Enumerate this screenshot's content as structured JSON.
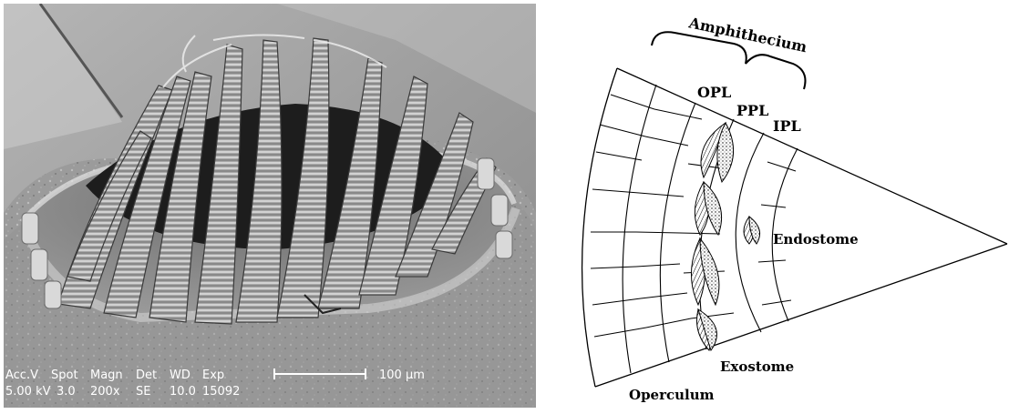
{
  "sem_image": {
    "hud": {
      "labels": [
        "Acc.V",
        "Spot",
        "Magn",
        "Det",
        "WD",
        "Exp"
      ],
      "values": [
        "5.00 kV",
        "3.0",
        "200x",
        "SE",
        "10.0",
        "15092"
      ],
      "scale_bar_label": "100 µm"
    }
  },
  "diagram": {
    "bracket_label": "Amphithecium",
    "layers": [
      "OPL",
      "PPL",
      "IPL"
    ],
    "endostome": "Endostome",
    "exostome": "Exostome",
    "operculum": "Operculum"
  },
  "colors": {
    "ink": "#000000",
    "background": "#ffffff",
    "hud_text": "#ffffff"
  }
}
